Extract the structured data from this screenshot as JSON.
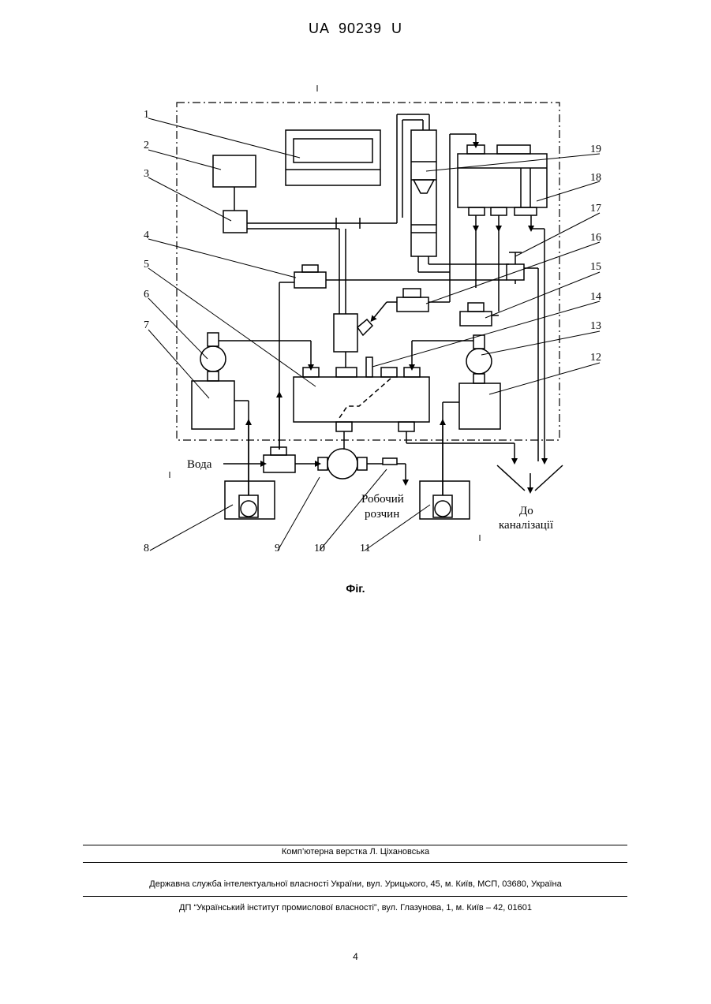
{
  "header": {
    "patent_number": "UA   90239   U"
  },
  "figure": {
    "labels": {
      "l1": "1",
      "l2": "2",
      "l3": "3",
      "l4": "4",
      "l5": "5",
      "l6": "6",
      "l7": "7",
      "l8": "8",
      "l9": "9",
      "l10": "10",
      "l11": "11",
      "l12": "12",
      "l13": "13",
      "l14": "14",
      "l15": "15",
      "l16": "16",
      "l17": "17",
      "l18": "18",
      "l19": "19"
    },
    "text": {
      "water": "Вода",
      "working_solution_1": "Робочий",
      "working_solution_2": "розчин",
      "sewer_1": "До",
      "sewer_2": "каналізації"
    },
    "caption": "Фіг."
  },
  "footer": {
    "layout_credit": "Комп’ютерна верстка Л. Ціхановська",
    "agency": "Державна служба інтелектуальної власності України, вул. Урицького, 45, м. Київ, МСП, 03680, Україна",
    "institute": "ДП “Український інститут промислової власності”, вул. Глазунова, 1, м. Київ – 42, 01601"
  },
  "page_number": "4"
}
